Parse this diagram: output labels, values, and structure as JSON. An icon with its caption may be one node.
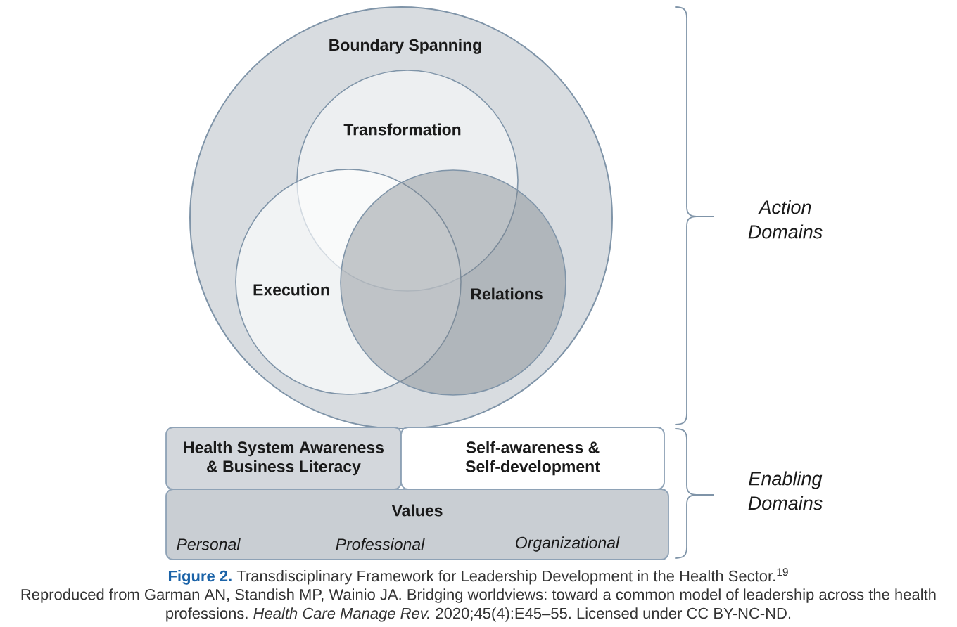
{
  "diagram": {
    "caption": "**Figure 2.** Transdisciplinary Framework for Leadership Development in the Health Sector.$^{19}$",
    "nodes": [
      {
        "text": [
          "Boundary Spanning"
        ]
      },
      {
        "text": [
          "Transformation"
        ],
        "in": 0
      },
      {
        "text": [
          "Execution"
        ],
        "in": 0
      },
      {
        "text": [
          "Relations"
        ],
        "in": 0
      },
      {
        "text": [
          "Health System Awareness & Business Literacy"
        ]
      },
      {
        "text": [
          "Self-awareness & Self-development"
        ]
      },
      {
        "text": [
          "Values",
          "Personal",
          "Professional",
          "Organizational"
        ]
      }
    ],
    "labels": [
      "Action Domains",
      "Enabling Domains",
      "Reproduced from Garman AN, Standish MP, Wainio JA. Bridging worldviews: toward a common model of leadership across the health professions. *Health Care Manage Rev.* 2020;45(4):E45–55. Licensed under CC BY-NC-ND."
    ]
  }
}
